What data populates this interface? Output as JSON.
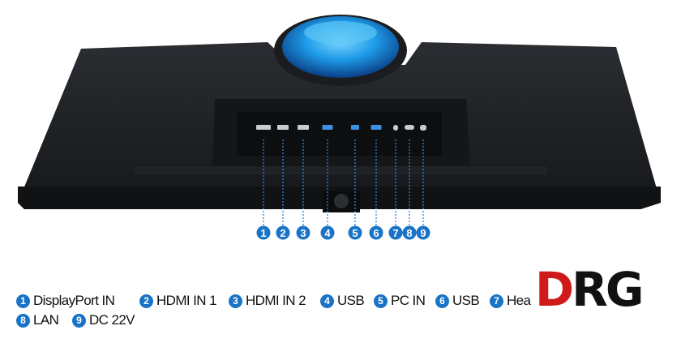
{
  "product_image": {
    "callouts": [
      "1",
      "2",
      "3",
      "4",
      "5",
      "6",
      "7",
      "8",
      "9"
    ]
  },
  "legend": [
    {
      "num": "1",
      "label": "DisplayPort IN"
    },
    {
      "num": "2",
      "label": "HDMI IN 1"
    },
    {
      "num": "3",
      "label": "HDMI IN 2"
    },
    {
      "num": "4",
      "label": "USB"
    },
    {
      "num": "5",
      "label": "PC IN"
    },
    {
      "num": "6",
      "label": "USB"
    },
    {
      "num": "7",
      "label": "Hea"
    },
    {
      "num": "8",
      "label": "LAN"
    },
    {
      "num": "9",
      "label": "DC 22V"
    }
  ],
  "logo": {
    "text": "DRG",
    "d": "D",
    "rg": "RG",
    "colors": {
      "red": "#d01919",
      "black": "#111111"
    }
  },
  "colors": {
    "accent": "#1a73c6",
    "stand_glow": "#2aa8f0",
    "body": "#1c1e21"
  }
}
